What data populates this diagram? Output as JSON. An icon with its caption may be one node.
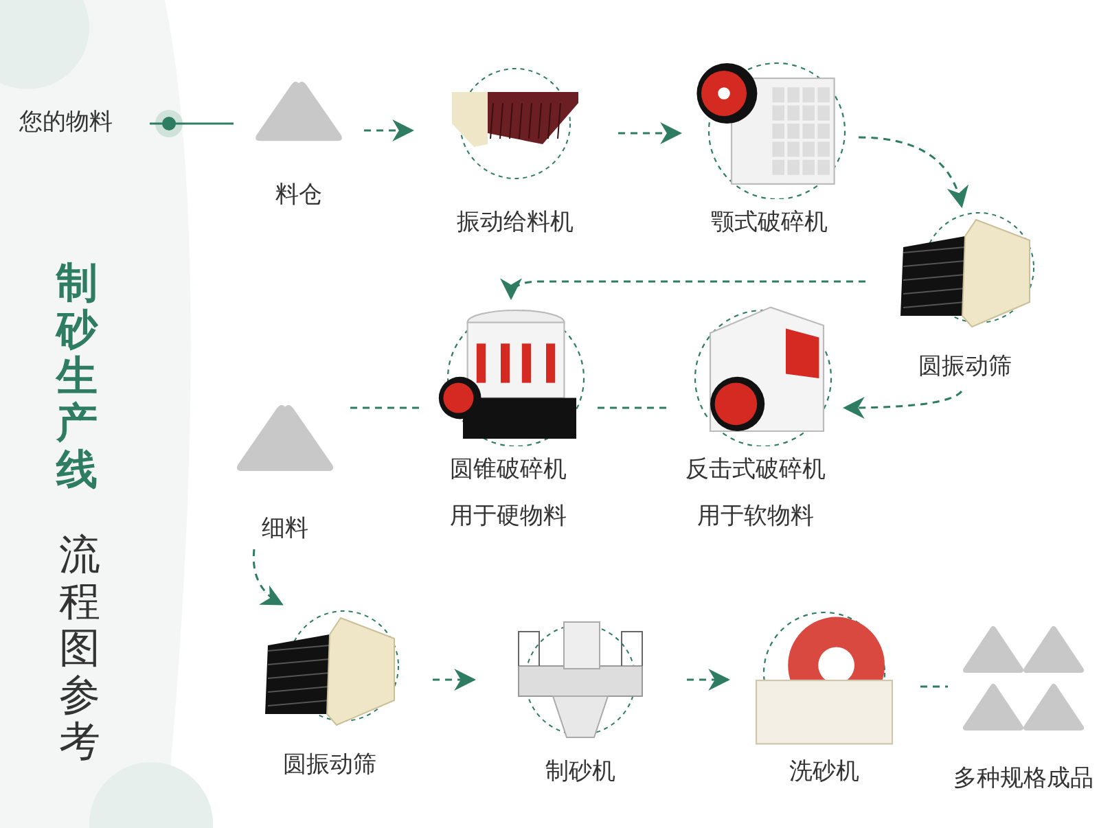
{
  "diagram": {
    "title": "制砂生产线",
    "nodes": [
      {
        "text": [
          "您的物料"
        ]
      },
      {
        "text": [
          "料仓"
        ]
      },
      {
        "text": [
          "振动给料机"
        ]
      },
      {
        "text": [
          "颚式破碎机"
        ]
      },
      {
        "text": [
          "圆振动筛"
        ]
      },
      {
        "text": [
          "圆锥破碎机",
          "用于硬物料"
        ]
      },
      {
        "text": [
          "反击式破碎机",
          "用于软物料"
        ]
      },
      {
        "text": [
          "细料"
        ]
      },
      {
        "text": [
          "圆振动筛"
        ]
      },
      {
        "text": [
          "制砂机"
        ]
      },
      {
        "text": [
          "洗砂机"
        ]
      },
      {
        "text": [
          "多种规格成品"
        ]
      }
    ],
    "edges": [
      {
        "from": 0,
        "to": 1,
        "arrow": "none"
      },
      {
        "from": 1,
        "to": 2,
        "arrow": "to",
        "style": "dashed"
      },
      {
        "from": 2,
        "to": 3,
        "arrow": "to",
        "style": "dashed"
      },
      {
        "from": 3,
        "to": 4,
        "arrow": "to",
        "style": "dashed"
      },
      {
        "from": 4,
        "to": 6,
        "arrow": "to",
        "style": "dashed"
      },
      {
        "from": 4,
        "to": 5,
        "arrow": "to",
        "style": "dashed"
      },
      {
        "from": 6,
        "to": 5,
        "arrow": "none",
        "style": "dashed"
      },
      {
        "from": 5,
        "to": 7,
        "arrow": "none",
        "style": "dashed"
      },
      {
        "from": 7,
        "to": 8,
        "arrow": "to",
        "style": "dashed"
      },
      {
        "from": 8,
        "to": 9,
        "arrow": "to",
        "style": "dashed"
      },
      {
        "from": 9,
        "to": 10,
        "arrow": "to",
        "style": "dashed"
      },
      {
        "from": 10,
        "to": 11,
        "arrow": "none",
        "style": "dashed"
      }
    ],
    "labels": [
      "流程图参考"
    ]
  }
}
